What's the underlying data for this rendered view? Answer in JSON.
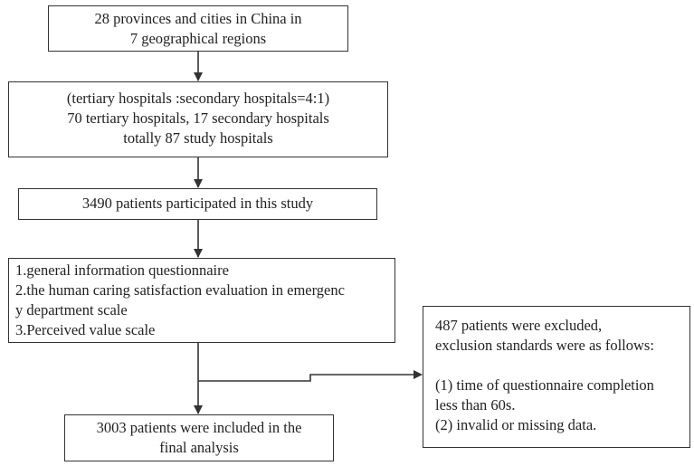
{
  "flowchart": {
    "step1": {
      "lines": [
        "28 provinces and cities in China in",
        "7 geographical regions"
      ]
    },
    "step2": {
      "lines": [
        "(tertiary hospitals :secondary hospitals=4:1)",
        "70 tertiary hospitals, 17 secondary hospitals",
        "totally 87 study hospitals"
      ]
    },
    "step3": {
      "lines": [
        "3490 patients participated in this study"
      ]
    },
    "step4": {
      "lines": [
        "1.general information questionnaire",
        "2.the human caring satisfaction evaluation in emergenc",
        "y department scale",
        "3.Perceived value scale"
      ]
    },
    "excluded": {
      "lines": [
        "487 patients were excluded,",
        "exclusion standards were as follows:",
        "",
        "(1) time of questionnaire completion",
        "less than 60s.",
        "(2) invalid or missing data."
      ]
    },
    "final": {
      "lines": [
        "3003 patients were included in the",
        "final analysis"
      ]
    }
  }
}
